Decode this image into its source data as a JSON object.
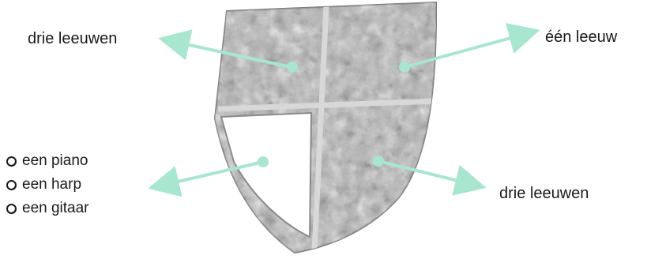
{
  "labels": {
    "top_left": "drie leeuwen",
    "top_right": "één leeuw",
    "bottom_right": "drie leeuwen"
  },
  "options": [
    {
      "label": "een piano"
    },
    {
      "label": "een harp"
    },
    {
      "label": "een gitaar"
    }
  ],
  "colors": {
    "arrow": "#a8e6cf",
    "shield_relief": "#9a9a9a",
    "empty_quarter": "#ffffff"
  }
}
